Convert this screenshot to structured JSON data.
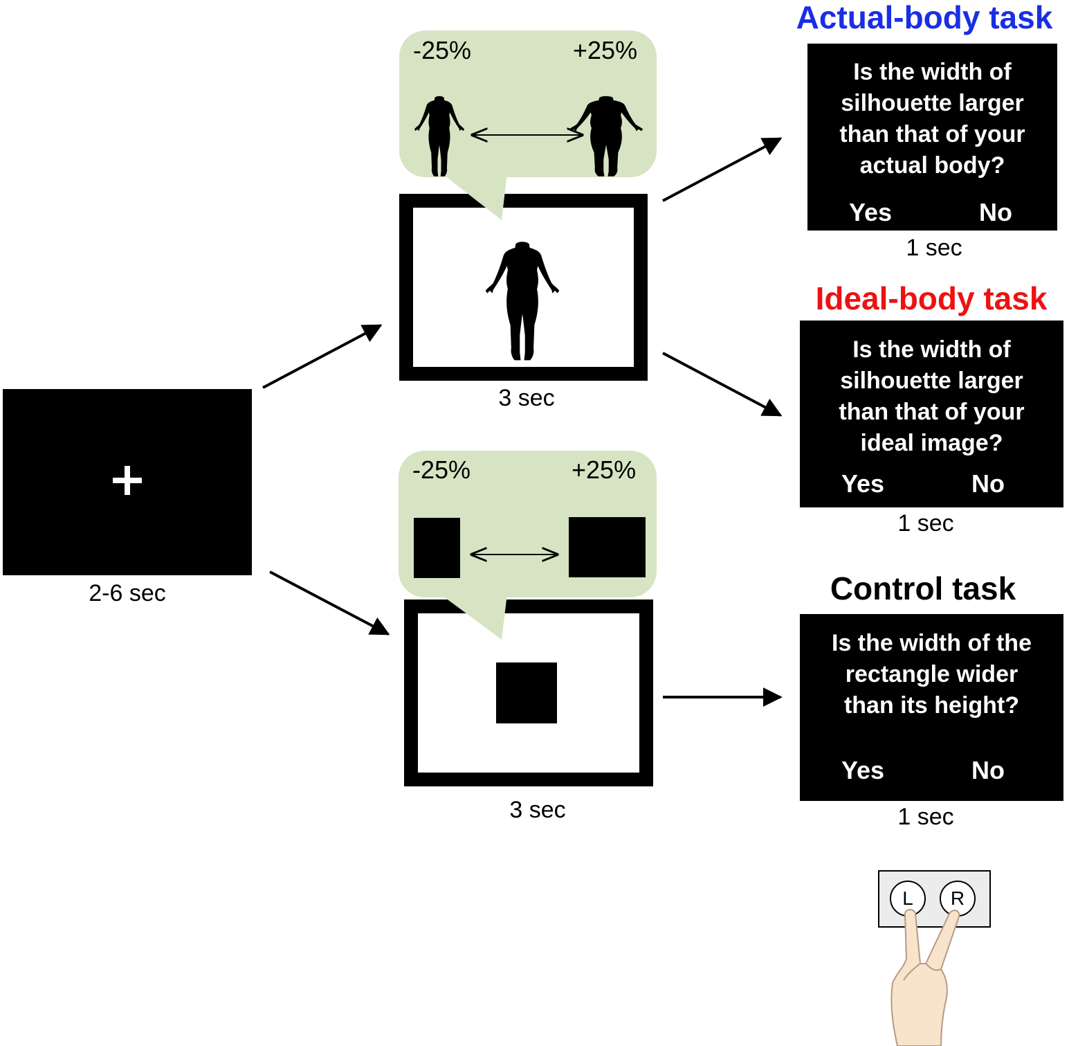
{
  "colors": {
    "bubble": "#d6e4c3",
    "actual_title": "#1a2ee6",
    "ideal_title": "#ee1111",
    "control_title": "#000000",
    "skin": "#f8e3cc",
    "skin_outline": "#b89a80"
  },
  "fixation": {
    "symbol": "+",
    "duration": "2-6 sec"
  },
  "body_stimulus": {
    "min_label": "-25%",
    "max_label": "+25%",
    "duration": "3 sec"
  },
  "rect_stimulus": {
    "min_label": "-25%",
    "max_label": "+25%",
    "duration": "3 sec"
  },
  "tasks": [
    {
      "title": "Actual-body task",
      "question": "Is the width of\nsilhouette larger\nthan that of your\nactual body?",
      "yes": "Yes",
      "no": "No",
      "duration": "1 sec"
    },
    {
      "title": "Ideal-body task",
      "question": "Is the width of\nsilhouette larger\nthan that of your\nideal image?",
      "yes": "Yes",
      "no": "No",
      "duration": "1 sec"
    },
    {
      "title": "Control task",
      "question": "Is the width of the\nrectangle wider\nthan its height?",
      "yes": "Yes",
      "no": "No",
      "duration": "1 sec"
    }
  ],
  "response_pad": {
    "left_key": "L",
    "right_key": "R"
  },
  "icons": [
    "fixation-cross-icon",
    "body-silhouette-icon",
    "double-arrow-icon",
    "arrow-icon",
    "hand-icon"
  ]
}
